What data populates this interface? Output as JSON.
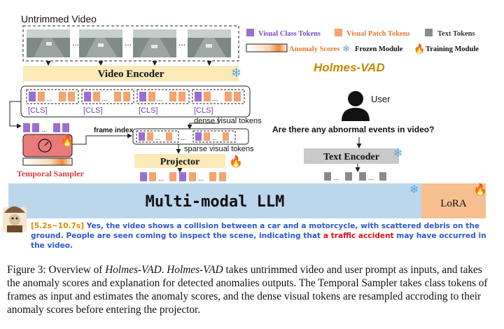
{
  "figure": {
    "untrimmed_video_label": "Untrimmed Video",
    "video_encoder_label": "Video Encoder",
    "cls_token_label": "[CLS]",
    "dense_tokens_label": "dense visual tokens",
    "frame_index_label": "frame index",
    "sparse_tokens_label": "sparse visual tokens",
    "temporal_sampler_label": "Temporal Sampler",
    "projector_label": "Projector",
    "llm_label": "Multi-modal LLM",
    "lora_label": "LoRA",
    "user_label": "User",
    "user_question": "Are there any abnormal events in video?",
    "text_encoder_label": "Text Encoder",
    "brand_title": "Holmes-VAD",
    "ellipsis": "..."
  },
  "legend": {
    "visual_class_tokens": "Visual Class Tokens",
    "visual_patch_tokens": "Visual Patch Tokens",
    "text_tokens": "Text Tokens",
    "anomaly_scores": "Anomaly Scores",
    "frozen_module": "Frozen Module",
    "training_module": "Training Module"
  },
  "output": {
    "time_range": "[5.2s~10.7s]",
    "text_before": " Yes, the video shows a collision between a car and a motorcycle, with scattered debris on the ground. People are seen coming to inspect the scene, indicating that ",
    "highlight": "a traffic accident",
    "text_after": " may have occurred in the video."
  },
  "caption": {
    "prefix": "Figure 3: Overview of ",
    "name1": "Holmes-VAD",
    "mid1": ".  ",
    "name2": "Holmes-VAD",
    "rest": " takes untrimmed video and user prompt as inputs, and takes the anomaly scores and explanation for detected anomalies outputs. The Temporal Sampler takes class tokens of frames as input and estimates the anomaly scores, and the dense visual tokens are resampled accroding to their anomaly scores before entering the projector."
  },
  "colors": {
    "class_token": "#9b6fd0",
    "patch_token": "#f3a46f",
    "text_token": "#8a8a8a",
    "encoder_fill": "#fbe9b7",
    "llm_fill": "#bcd6ec",
    "lora_fill": "#f5bf8f",
    "sampler_fill": "#ea7a7a",
    "text_encoder_fill": "#c9c9c9",
    "time_color": "#d98c00",
    "answer_color": "#2f59c8",
    "highlight_color": "#e0101a"
  }
}
